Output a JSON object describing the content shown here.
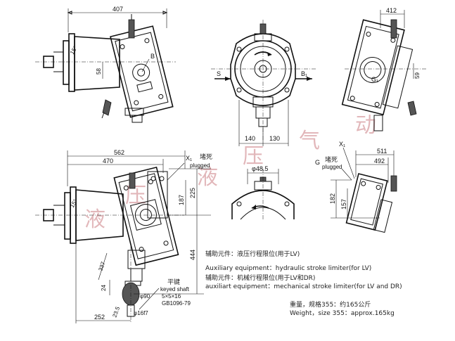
{
  "dimensions": {
    "d407": "407",
    "d412": "412",
    "d15": "15°",
    "d58": "58",
    "d59": "59",
    "d140": "140",
    "d130": "130",
    "d562": "562",
    "d470": "470",
    "d225": "225",
    "d187": "187",
    "d444": "444",
    "d48_5": "φ48.5",
    "d511": "511",
    "d492": "492",
    "d182": "182",
    "d157": "157",
    "d15b": "15°",
    "d337": "337",
    "d24": "24",
    "d90": "φ90",
    "d16f7": "φ16f7",
    "d252": "252",
    "d23_5": "23.5"
  },
  "ports": {
    "b_label": "B",
    "s_label": "S",
    "b1_label": "B₁",
    "g1_label": "G₁",
    "x1_label": "X₁",
    "x1b_label": "X₁",
    "g_label": "G"
  },
  "callouts": {
    "plugged_cn": "堵死",
    "plugged_en": "plugged",
    "plugged_cn_2": "堵死",
    "plugged_en_2": "plugged",
    "key_cn": "平键",
    "key_en": "keyed shaft",
    "key_spec": "5×5×16",
    "key_std": "GB1096-79"
  },
  "notes": {
    "aux1_cn": "辅助元件：液压行程限位(用于LV)",
    "aux1_en": "Auxiliary equipment：hydraulic stroke limiter(for LV)",
    "aux2_cn": "辅助元件：机械行程限位(用于LV和DR)",
    "aux2_en": "auxiliart equipment：mechanical stroke limiter(for LV and DR)",
    "weight_cn": "重量，规格355：约165公斤",
    "weight_en": "Weight，size 355：approx.165kg"
  },
  "watermark": {
    "chars": [
      "液",
      "压",
      "液",
      "压",
      "气",
      "动"
    ]
  }
}
